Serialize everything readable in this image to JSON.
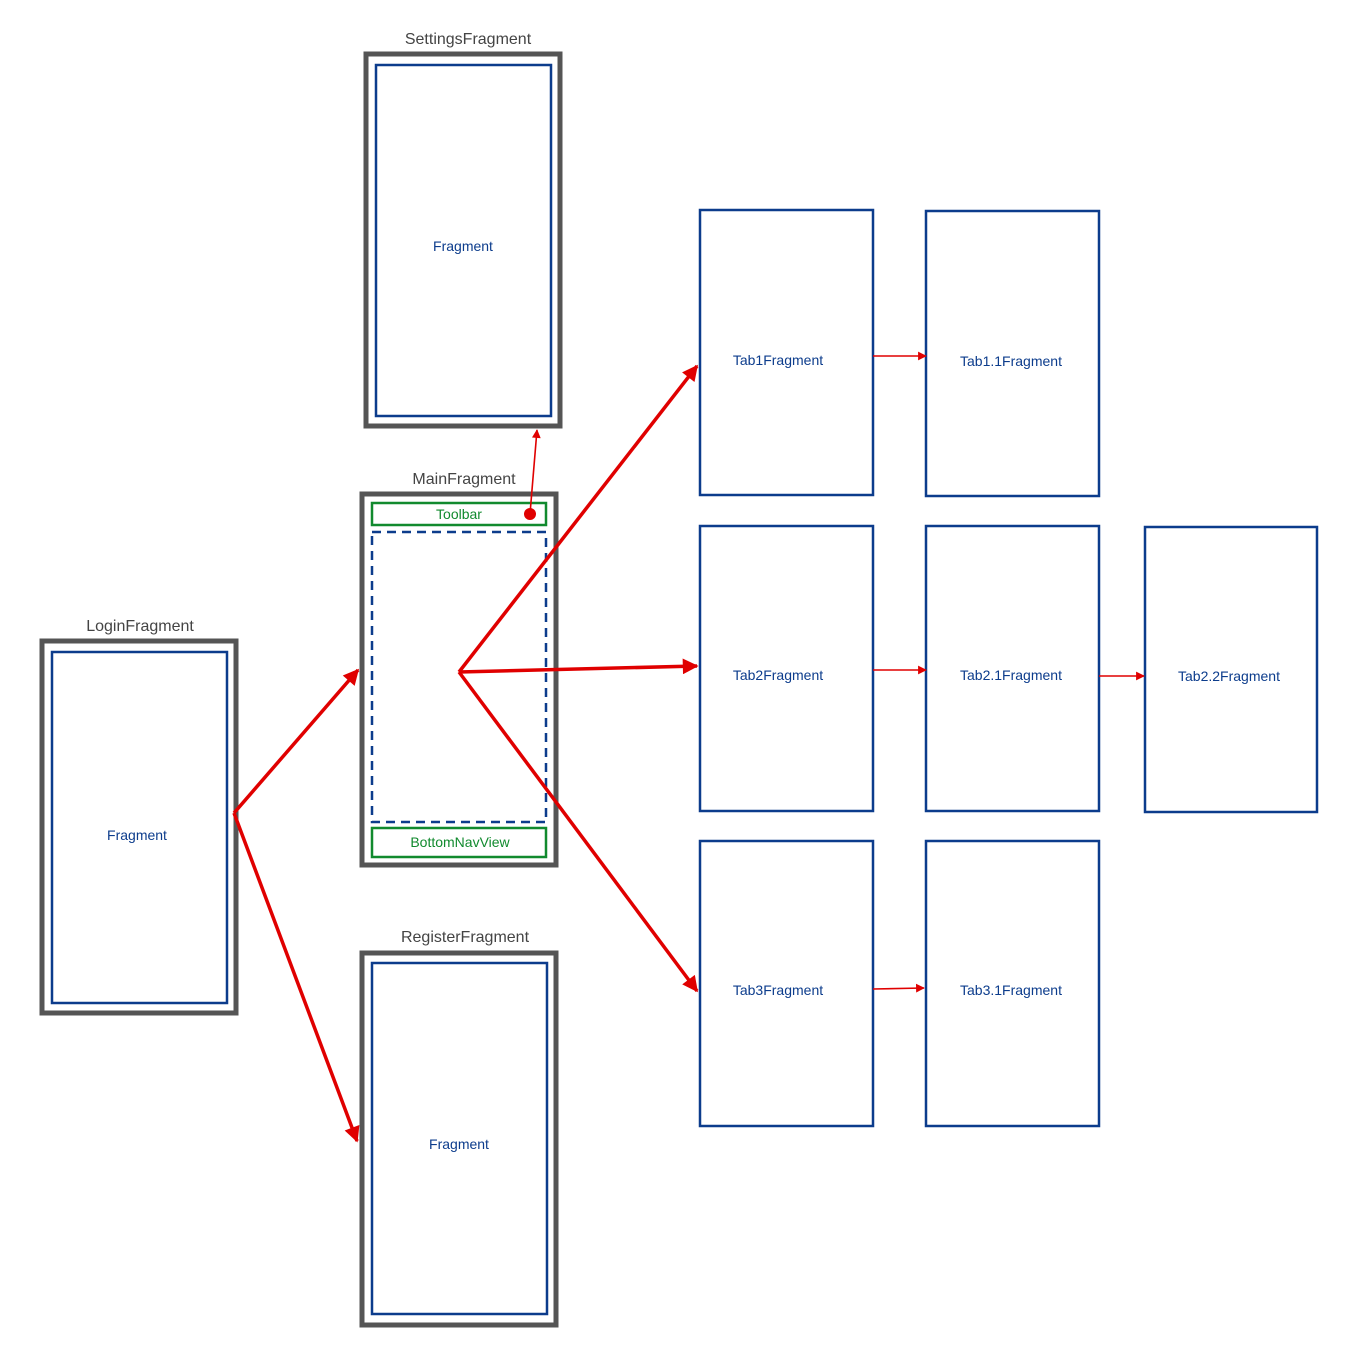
{
  "colors": {
    "frame": "#555555",
    "fragment_border": "#0c3c8c",
    "component_border": "#118a2e",
    "arrow": "#e00000"
  },
  "settings": {
    "title": "SettingsFragment",
    "inner_label": "Fragment"
  },
  "main": {
    "title": "MainFragment",
    "toolbar_label": "Toolbar",
    "bottom_nav_label": "BottomNavView"
  },
  "login": {
    "title": "LoginFragment",
    "inner_label": "Fragment"
  },
  "register": {
    "title": "RegisterFragment",
    "inner_label": "Fragment"
  },
  "tabs": {
    "tab1": "Tab1Fragment",
    "tab1_1": "Tab1.1Fragment",
    "tab2": "Tab2Fragment",
    "tab2_1": "Tab2.1Fragment",
    "tab2_2": "Tab2.2Fragment",
    "tab3": "Tab3Fragment",
    "tab3_1": "Tab3.1Fragment"
  }
}
